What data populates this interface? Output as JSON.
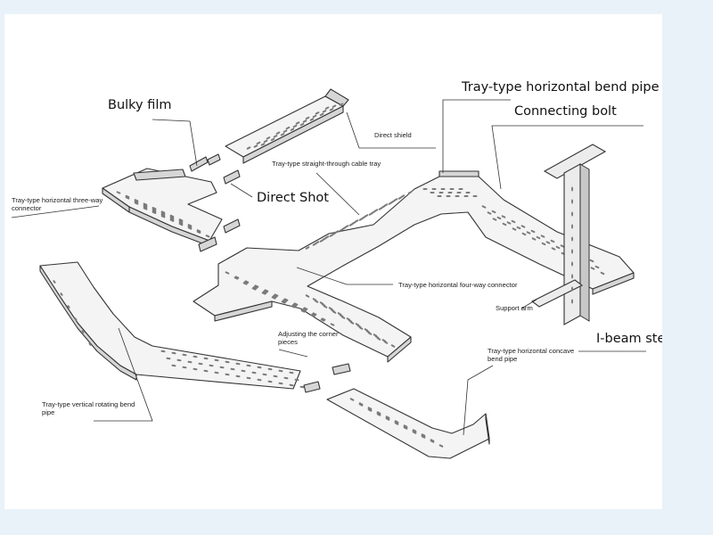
{
  "labels": {
    "bulky_film": "Bulky film",
    "direct_shield": "Direct shield",
    "tray_horizontal_bend_pipe": "Tray-type horizontal bend pipe",
    "connecting_bolt": "Connecting bolt",
    "straight_through_cable_tray": "Tray-type straight-through cable tray",
    "three_way_line1": "Tray-type horizontal three-way",
    "three_way_line2": "connector",
    "direct_shot": "Direct Shot",
    "four_way_connector": "Tray-type horizontal four-way connector",
    "support_arm": "Support arm",
    "ibeam_column": "I-beam steel column",
    "adjusting_line1": "Adjusting the corner",
    "adjusting_line2": "pieces",
    "concave_line1": "Tray-type horizontal concave",
    "concave_line2": "bend pipe",
    "vertical_line1": "Tray-type vertical rotating bend",
    "vertical_line2": "pipe"
  },
  "colors": {
    "background": "#e9f2f9",
    "canvas": "#ffffff",
    "line": "#333333",
    "tray_fill": "#f4f4f4"
  }
}
